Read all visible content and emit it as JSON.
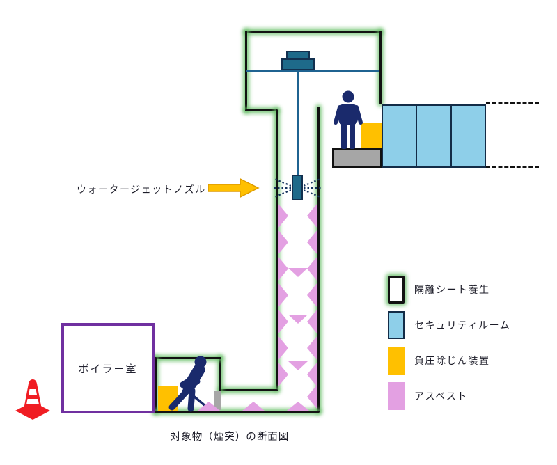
{
  "title": {
    "caption": "対象物（煙突）の断面図"
  },
  "labels": {
    "nozzle": "ウォータージェットノズル",
    "boiler_room": "ボイラー室"
  },
  "legend": {
    "items": [
      {
        "id": "isolation-sheet",
        "label": "隔離シート養生"
      },
      {
        "id": "security-room",
        "label": "セキュリティルーム"
      },
      {
        "id": "dust-unit",
        "label": "負圧除じん装置"
      },
      {
        "id": "asbestos",
        "label": "アスベスト"
      }
    ]
  },
  "icons": {
    "arrow_right": "yellow pointer arrow",
    "safety_cone": "red traffic cone",
    "worker_standing": "person pictogram",
    "worker_scraping": "bent person with scraper",
    "winch": "hoist machine on beam",
    "water_jet_nozzle": "nozzle with spray"
  },
  "colors": {
    "isolation_glow": "#6ac06a",
    "wall_line": "#121212",
    "security_room_fill": "#8ecfe9",
    "dust_unit_fill": "#ffc000",
    "asbestos_fill": "#e3a0e2",
    "boiler_outline": "#7030a0",
    "worker": "#1a2a6c",
    "machine": "#1e6a8a",
    "cable": "#1f6391",
    "platform": "#a6a6a6",
    "cone": "#f01d23",
    "arrow": "#ffc000"
  }
}
